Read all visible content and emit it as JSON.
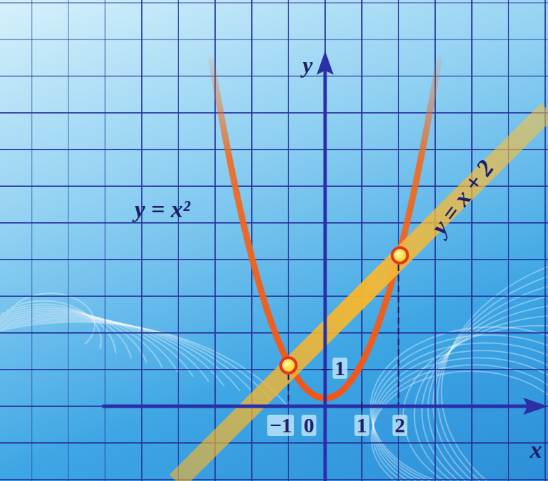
{
  "diagram": {
    "labels": [
      "y",
      "x",
      "y = x²",
      "y = x + 2",
      "1",
      "−1",
      "0",
      "1",
      "2"
    ]
  }
}
